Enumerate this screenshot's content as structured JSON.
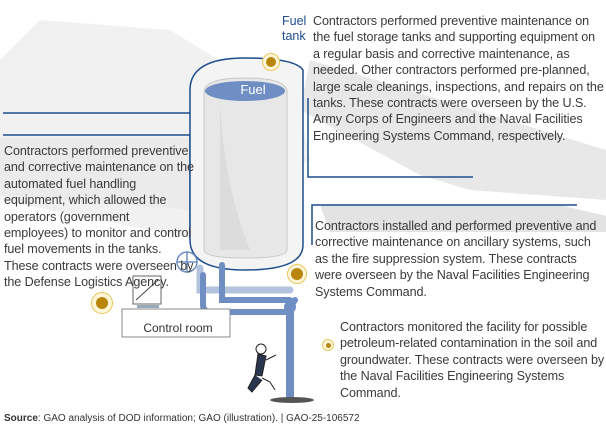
{
  "figure": {
    "labels": {
      "fuel_tank": "Fuel tank",
      "fuel": "Fuel",
      "control_room": "Control room"
    },
    "callouts": [
      {
        "id": "fuel-tank",
        "text": "Contractors performed preventive maintenance on the fuel storage tanks and supporting equipment on a regular basis and corrective maintenance, as needed. Other contractors performed pre-planned, large scale cleanings, inspections, and repairs on the tanks. These contracts were overseen by the U.S. Army Corps of Engineers and the Naval Facilities Engineering Systems Command, respectively."
      },
      {
        "id": "control-room",
        "text": "Contractors performed preventive and corrective maintenance on the automated fuel handling equipment, which allowed the operators (government employees) to monitor and control fuel movements in the tanks. These contracts were overseen by the Defense Logistics Agency."
      },
      {
        "id": "ancillary-systems",
        "text": "Contractors installed and performed preventive and corrective maintenance on ancillary systems, such as the fire suppression system. These contracts were overseen by the Naval Facilities Engineering Systems Command."
      },
      {
        "id": "environmental-monitoring",
        "text": "Contractors monitored the facility for possible petroleum-related contamination in the soil and groundwater. These contracts were overseen by the Naval Facilities Engineering Systems Command."
      }
    ],
    "source": {
      "label": "Source",
      "text": ": GAO analysis of DOD information; GAO (illustration).  |  GAO-25-106572"
    },
    "colors": {
      "accent_blue": "#1f4e8c",
      "pipe_blue": "#6f8fc4",
      "marker_gold": "#b8860b",
      "shadow_gray": "#d9d9d9"
    }
  }
}
